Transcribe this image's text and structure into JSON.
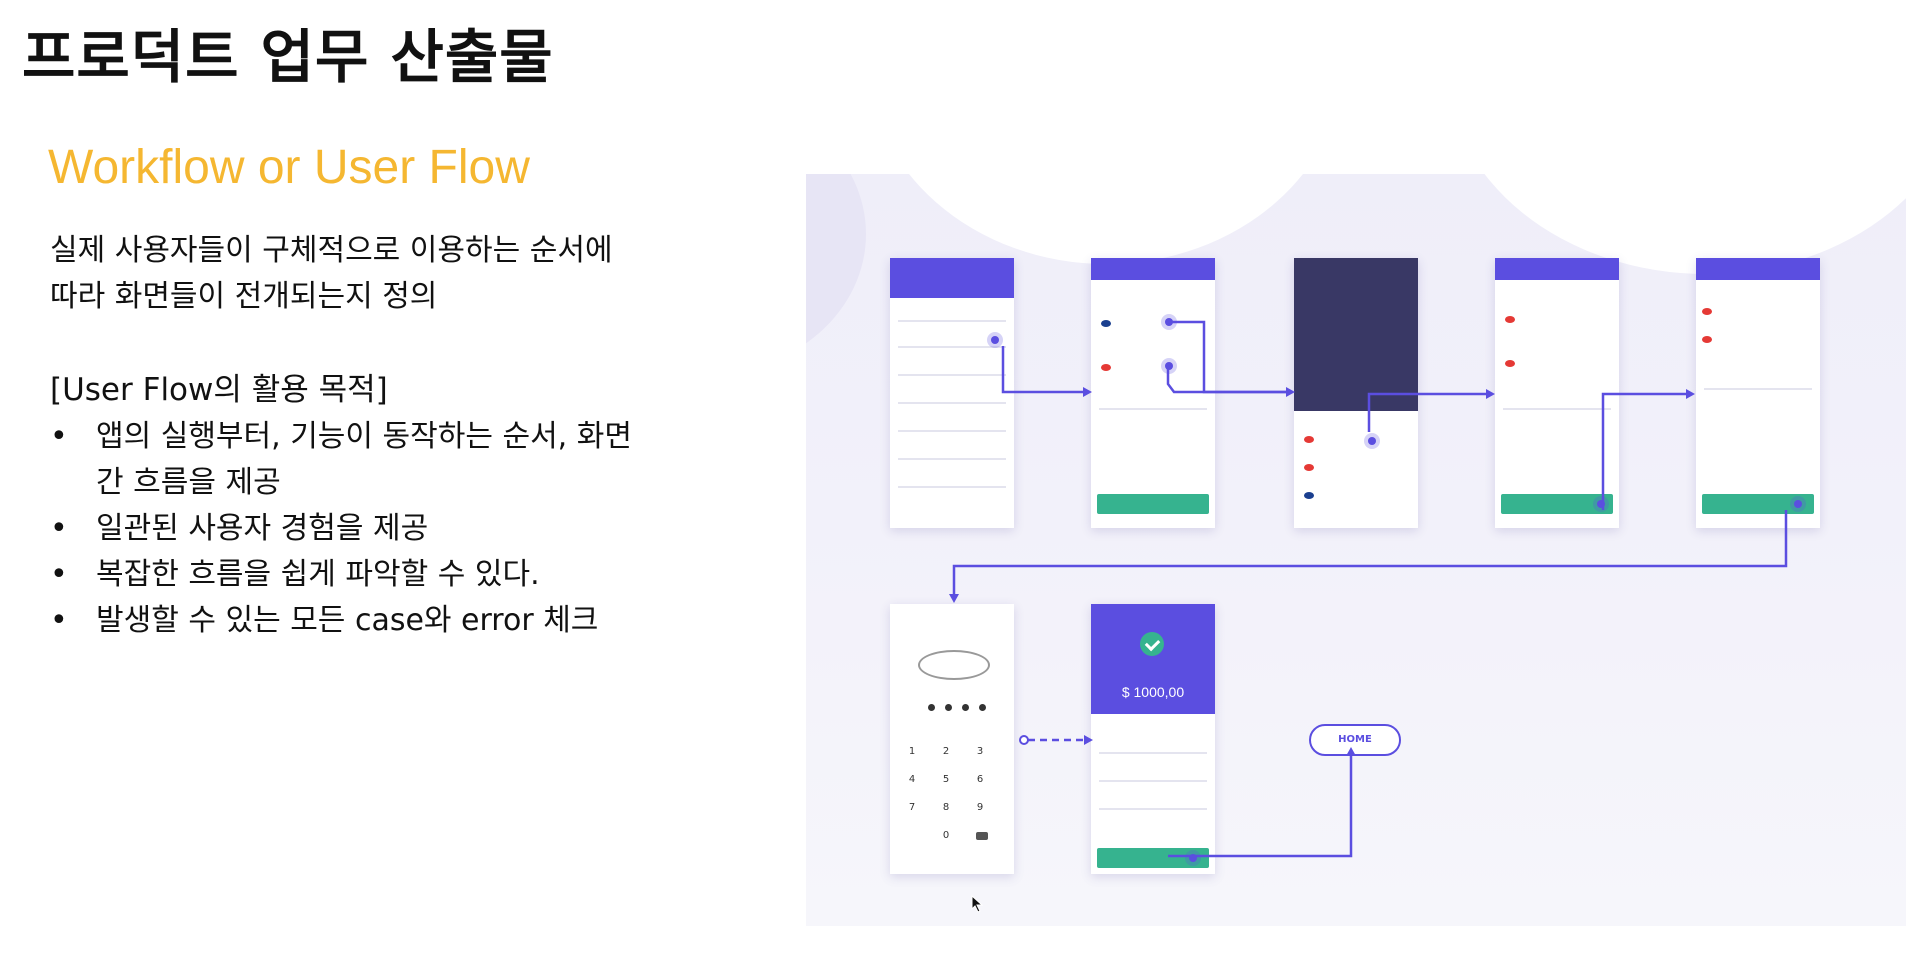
{
  "slide": {
    "title": "프로덕트 업무 산출물",
    "subtitle": "Workflow or User Flow",
    "description": "실제 사용자들이 구체적으로  이용하는 순서에\n따라 화면들이 전개되는지 정의",
    "purpose_heading": "[User Flow의 활용 목적]",
    "bullets": [
      "앱의 실행부터, 기능이 동작하는 순서, 화면\n간 흐름을 제공",
      "일관된 사용자 경험을 제공",
      "복잡한 흐름을 쉽게 파악할 수 있다.",
      "발생할 수 있는 모든 case와 error 체크"
    ]
  },
  "flow_image": {
    "home_label": "HOME",
    "completed_amount": "$ 1000,00",
    "keypad": [
      "1",
      "2",
      "3",
      "4",
      "5",
      "6",
      "7",
      "8",
      "9",
      "0"
    ],
    "colors": {
      "accent": "#5b4ee0",
      "button": "#36b38f",
      "subtitle": "#F5B731"
    }
  }
}
